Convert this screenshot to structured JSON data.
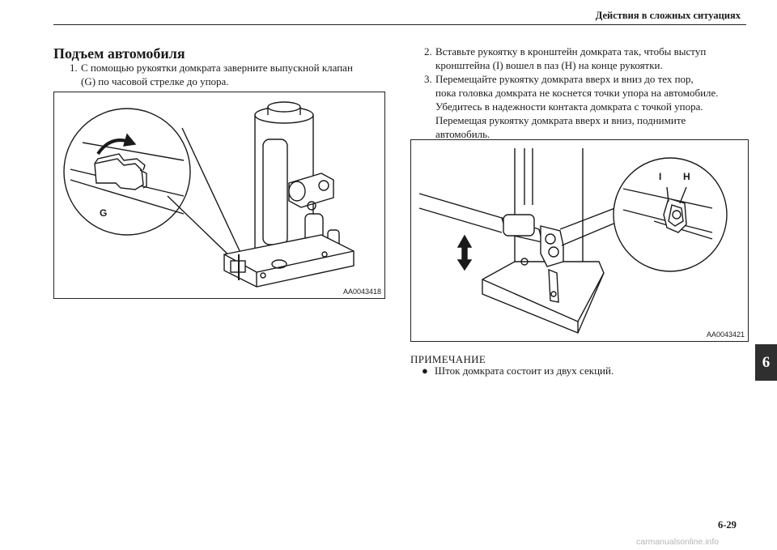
{
  "header": {
    "section_title": "Действия в сложных ситуациях"
  },
  "title": "Подъем автомобиля",
  "step1": {
    "num": "1.",
    "lines": [
      "С помощью рукоятки домкрата заверните выпускной клапан",
      "(G) по часовой стрелке до упора."
    ]
  },
  "figure1": {
    "code": "AA0043418",
    "label_g": "G"
  },
  "step2": {
    "num": "2.",
    "lines": [
      "Вставьте рукоятку в кронштейн домкрата так, чтобы выступ",
      "кронштейна (I) вошел в паз (H) на конце рукоятки."
    ]
  },
  "step3": {
    "num": "3.",
    "lines": [
      "Перемещайте рукоятку домкрата вверх и вниз до тех пор,",
      "пока головка домкрата не коснется точки упора на автомобиле.",
      "Убедитесь в надежности контакта домкрата с точкой упора.",
      "Перемещая рукоятку домкрата вверх и вниз, поднимите",
      "автомобиль."
    ]
  },
  "figure2": {
    "code": "AA0043421",
    "label_i": "I",
    "label_h": "H"
  },
  "note": {
    "heading": "ПРИМЕЧАНИЕ",
    "bullet": "●",
    "text": "Шток домкрата состоит из двух секций."
  },
  "chapter_tab": "6",
  "page_number": "6-29",
  "watermark": "carmanualsonline.info"
}
